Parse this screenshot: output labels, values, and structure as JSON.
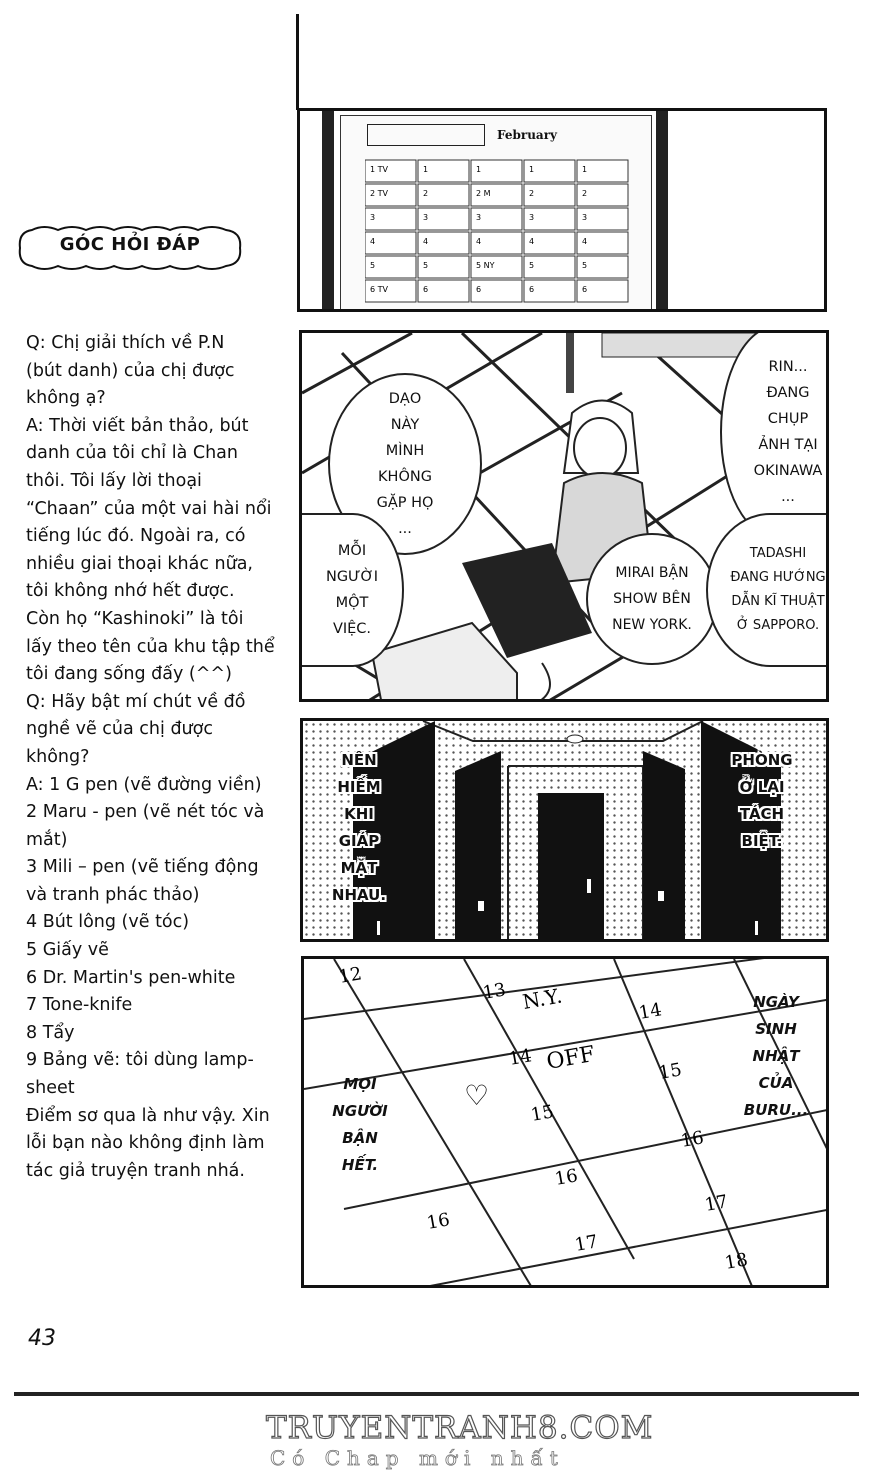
{
  "qa": {
    "title": "GÓC HỎI ĐÁP",
    "lines": [
      "Q: Chị giải thích về P.N",
      "(bút danh) của chị được",
      "không ạ?",
      "A: Thời viết bản thảo, bút",
      "danh của tôi chỉ là Chan",
      "thôi. Tôi lấy lời thoại",
      "“Chaan” của một vai hài nổi",
      "tiếng lúc đó. Ngoài ra, có",
      "nhiều giai thoại khác nữa,",
      "tôi không nhớ hết được.",
      "Còn họ “Kashinoki” là tôi",
      "lấy theo tên của khu tập thể",
      "tôi đang sống đấy (^^)",
      "Q: Hãy bật mí chút về đồ",
      "nghề vẽ của chị được",
      "không?",
      "A: 1 G pen (vẽ đường viền)",
      "2 Maru - pen (vẽ nét tóc và",
      "mắt)",
      "3 Mili – pen (vẽ tiếng động",
      "và tranh phác thảo)",
      "4 Bút lông (vẽ tóc)",
      "5 Giấy vẽ",
      "6 Dr. Martin's pen-white",
      "7 Tone-knife",
      "8 Tẩy",
      "9 Bảng vẽ: tôi dùng lamp-",
      "sheet",
      "Điểm sơ qua là như vậy. Xin",
      "lỗi bạn nào không định làm",
      "tác giả truyện tranh nhá."
    ]
  },
  "page_number": "43",
  "panel1": {
    "month": "February",
    "calendar_rows": [
      [
        "1 TV",
        "1",
        "1",
        "1",
        "1"
      ],
      [
        "2 TV",
        "2",
        "2 M",
        "2",
        "2"
      ],
      [
        "3",
        "3",
        "3",
        "3",
        "3"
      ],
      [
        "4",
        "4",
        "4",
        "4",
        "4"
      ],
      [
        "5",
        "5",
        "5 NY",
        "5",
        "5"
      ],
      [
        "6 TV",
        "6",
        "6",
        "6",
        "6"
      ]
    ]
  },
  "panel2": {
    "bubble_left_1": "DẠO\nNÀY\nMÌNH\nKHÔNG\nGẶP HỌ\n...",
    "bubble_left_2": "MỖI\nNGƯỜI\nMỘT\nVIỆC.",
    "bubble_rin": "RIN...\nĐANG\nCHỤP\nẢNH TẠI\nOKINAWA\n...",
    "bubble_mirai": "MIRAI BẬN\nSHOW BÊN\nNEW YORK.",
    "bubble_tadashi": "TADASHI\nĐANG HƯỚNG\nDẪN KĨ THUẬT\nỞ SAPPORO."
  },
  "panel3": {
    "caption_left": "NÊN\nHIẾM\nKHI\nGIÁP\nMẶT\nNHAU.",
    "caption_right": "PHÒNG\nỞ LẠI\nTÁCH\nBIỆT."
  },
  "panel4": {
    "caption_left": "MỌI\nNGƯỜI\nBẬN\nHẾT.",
    "caption_right": "NGÀY\nSINH\nNHẬT\nCỦA\nBURU...",
    "cell_labels": [
      "12",
      "13",
      "N.Y.",
      "14",
      "14",
      "OFF",
      "15",
      "15",
      "16",
      "16",
      "16",
      "17",
      "17",
      "18"
    ],
    "heart": "♡"
  },
  "footer": {
    "site": "TRUYENTRANH8.COM",
    "tagline": "Có Chap mới nhất"
  }
}
